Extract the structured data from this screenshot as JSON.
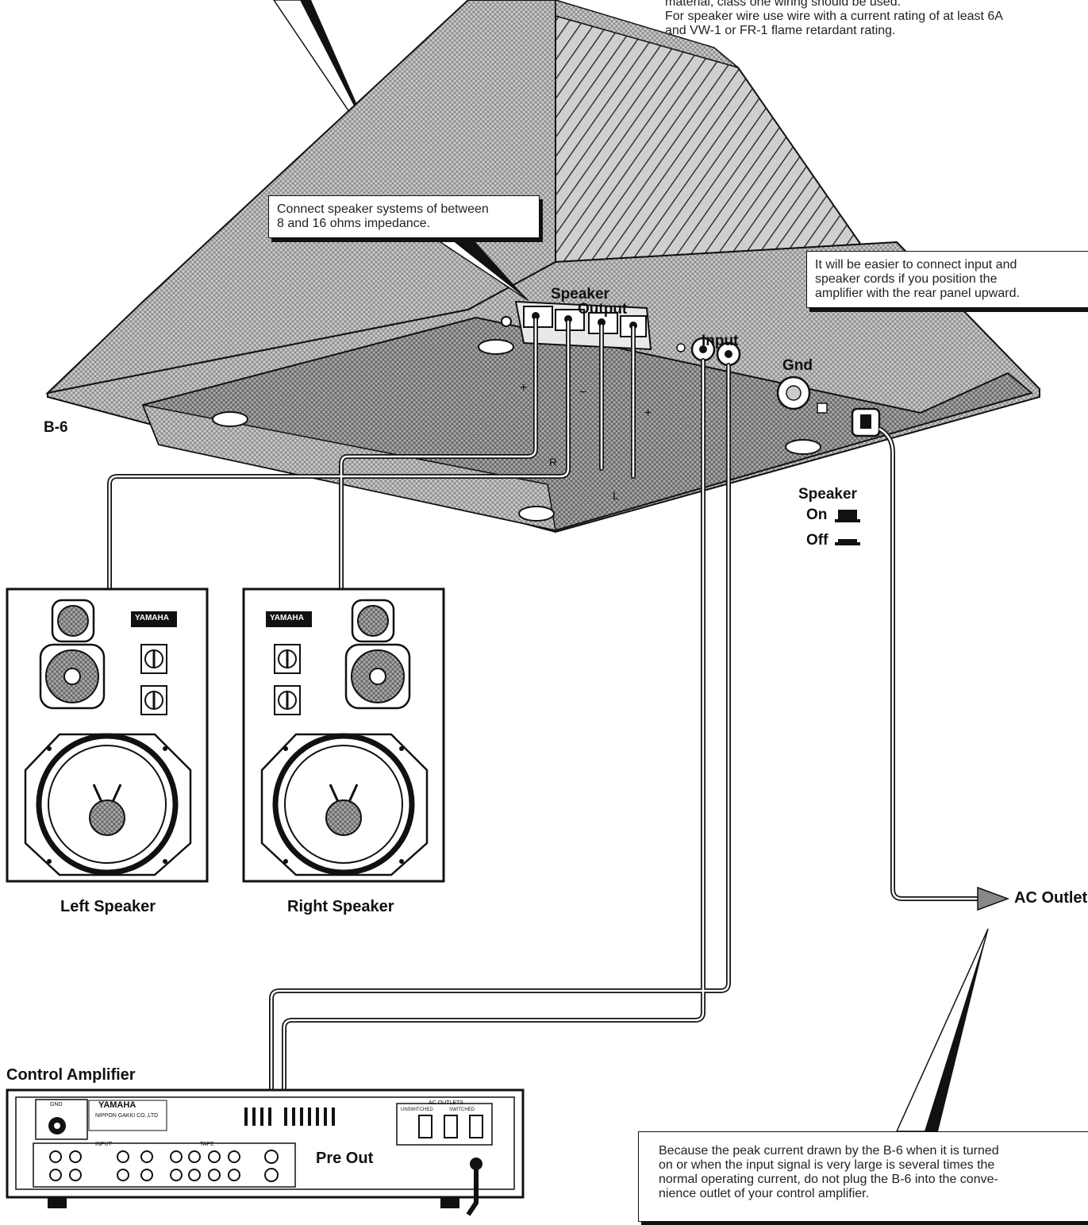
{
  "top_note": {
    "lines": [
      "material, class one wiring should be used.",
      "For speaker wire use wire with a current rating of at least 6A",
      "and VW-1 or FR-1 flame retardant rating."
    ]
  },
  "callouts": {
    "impedance": [
      "Connect speaker systems of between",
      "8 and 16 ohms impedance."
    ],
    "position": [
      "It will be easier to connect input and",
      "speaker cords if you position the",
      "amplifier with the rear panel upward."
    ],
    "peak_current": [
      "Because the peak current drawn by the B-6 when it is turned",
      "on or when the input signal is very large is several times the",
      "normal operating current, do not plug the B-6 into the conve-",
      "nience outlet of your control amplifier."
    ]
  },
  "amplifier": {
    "model": "B-6",
    "labels": {
      "speaker_output": [
        "Speaker",
        "Output"
      ],
      "input": "Input",
      "gnd": "Gnd",
      "plus": "+",
      "minus": "−",
      "right": "R",
      "left": "L"
    }
  },
  "speaker_switch": {
    "title": "Speaker",
    "on": "On",
    "off": "Off"
  },
  "speakers": {
    "left": {
      "caption": "Left Speaker",
      "brand": "YAMAHA"
    },
    "right": {
      "caption": "Right Speaker",
      "brand": "YAMAHA"
    }
  },
  "ac_outlet": "AC Outlet",
  "control_amp": {
    "title": "Control Amplifier",
    "pre_out": "Pre Out",
    "brand": "YAMAHA",
    "maker": "NIPPON GAKKI CO.,LTD",
    "gnd": "GND",
    "ac_outlets": "AC OUTLETS",
    "unswitched": "UNSWITCHED",
    "switched": "SWITCHED",
    "input": "INPUT",
    "tape": "TAPE"
  }
}
